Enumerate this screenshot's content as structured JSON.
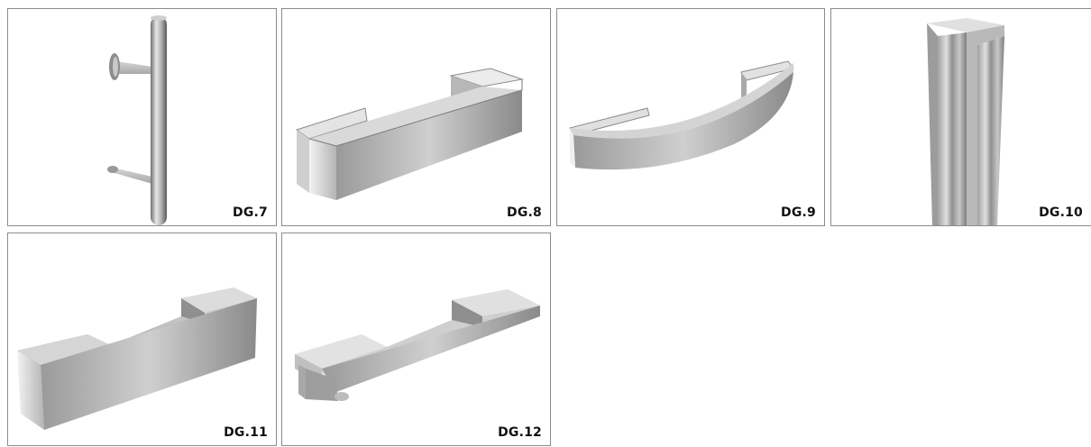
{
  "products": [
    {
      "code": "DG.7"
    },
    {
      "code": "DG.8"
    },
    {
      "code": "DG.9"
    },
    {
      "code": "DG.10"
    },
    {
      "code": "DG.11"
    },
    {
      "code": "DG.12"
    }
  ]
}
